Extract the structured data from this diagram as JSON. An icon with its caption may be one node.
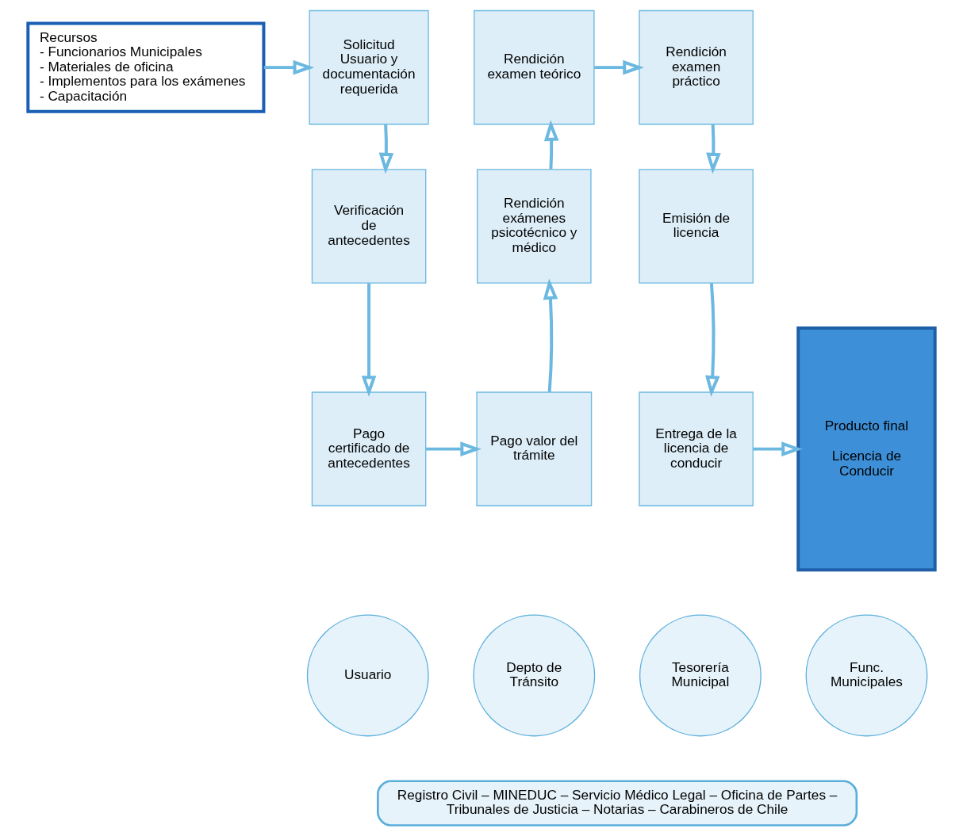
{
  "diagram": {
    "nodes": [
      {
        "text": [
          "Recursos",
          "- Funcionarios Municipales",
          "- Materiales de oficina",
          "- Implementos para los exámenes",
          "- Capacitación"
        ]
      },
      {
        "text": [
          "Solicitud Usuario y documentación requerida"
        ]
      },
      {
        "text": [
          "Verificación de antecedentes"
        ]
      },
      {
        "text": [
          "Pago certificado de antecedentes"
        ]
      },
      {
        "text": [
          "Pago valor del trámite"
        ]
      },
      {
        "text": [
          "Rendición exámenes psicotécnico y médico"
        ]
      },
      {
        "text": [
          "Rendición examen teórico"
        ]
      },
      {
        "text": [
          "Rendición examen práctico"
        ]
      },
      {
        "text": [
          "Emisión de licencia"
        ]
      },
      {
        "text": [
          "Entrega de la licencia de conducir"
        ]
      },
      {
        "text": [
          "Producto final",
          "Licencia de Conducir"
        ]
      },
      {
        "text": [
          "Usuario"
        ]
      },
      {
        "text": [
          "Depto de Tránsito"
        ]
      },
      {
        "text": [
          "Tesorería Municipal"
        ]
      },
      {
        "text": [
          "Func. Municipales"
        ]
      },
      {
        "text": [
          "Registro Civil – MINEDUC – Servicio Médico Legal – Oficina de Partes – Tribunales de Justicia – Notarias – Carabineros de Chile"
        ]
      }
    ],
    "edges": [
      {
        "from": 0,
        "to": 1,
        "arrow": "to"
      },
      {
        "from": 1,
        "to": 2,
        "arrow": "to"
      },
      {
        "from": 2,
        "to": 3,
        "arrow": "to"
      },
      {
        "from": 3,
        "to": 4,
        "arrow": "to"
      },
      {
        "from": 4,
        "to": 5,
        "arrow": "to"
      },
      {
        "from": 5,
        "to": 6,
        "arrow": "to"
      },
      {
        "from": 6,
        "to": 7,
        "arrow": "to"
      },
      {
        "from": 7,
        "to": 8,
        "arrow": "to"
      },
      {
        "from": 8,
        "to": 9,
        "arrow": "to"
      },
      {
        "from": 9,
        "to": 10,
        "arrow": "to"
      }
    ]
  }
}
